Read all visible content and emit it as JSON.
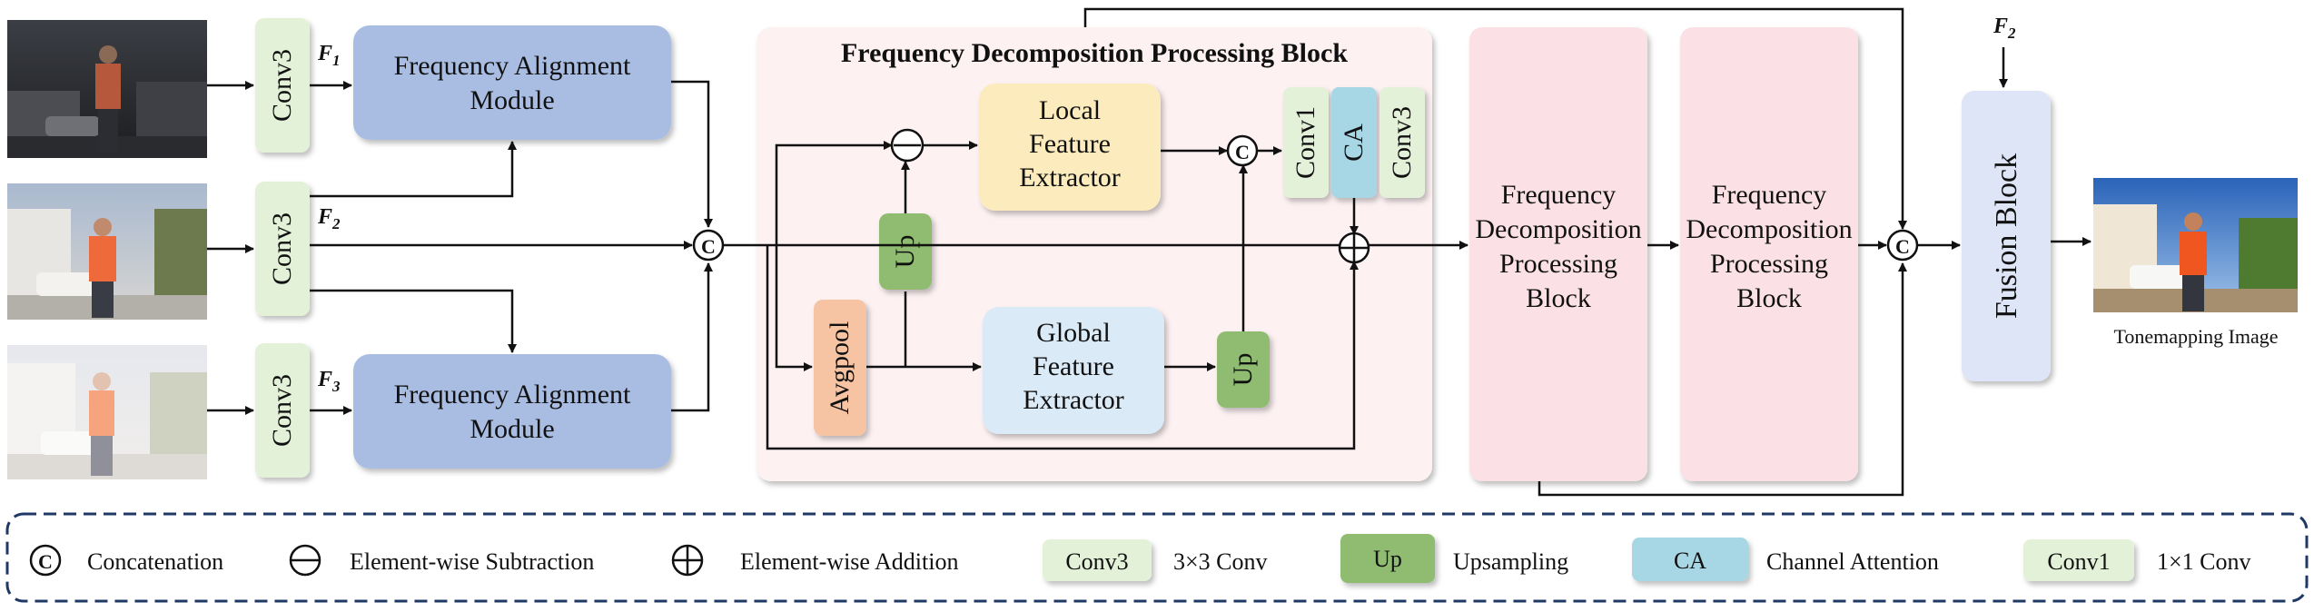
{
  "fdpb_title": "Frequency Decomposition Processing Block",
  "conv3": "Conv3",
  "conv1": "Conv1",
  "ca": "CA",
  "up": "Up",
  "avgpool": "Avgpool",
  "fam_line1": "Frequency Alignment",
  "fam_line2": "Module",
  "lfe_line1": "Local",
  "lfe_line2": "Feature",
  "lfe_line3": "Extractor",
  "gfe_line1": "Global",
  "gfe_line2": "Feature",
  "gfe_line3": "Extractor",
  "fdp_line1": "Frequency",
  "fdp_line2": "Decomposition",
  "fdp_line3": "Processing",
  "fdp_line4": "Block",
  "fusion": "Fusion Block",
  "f1": "F",
  "f1_sub": "1",
  "f2": "F",
  "f2_sub": "2",
  "f3": "F",
  "f3_sub": "3",
  "concat_symbol": "C",
  "output_caption": "Tonemapping Image",
  "legend": {
    "concat": "Concatenation",
    "sub": "Element-wise Subtraction",
    "add": "Element-wise Addition",
    "conv3_key": "Conv3",
    "conv3_desc": "3×3 Conv",
    "up_key": "Up",
    "up_desc": "Upsampling",
    "ca_key": "CA",
    "ca_desc": "Channel Attention",
    "conv1_key": "Conv1",
    "conv1_desc": "1×1 Conv"
  },
  "colors": {
    "fam": "#a9bde3",
    "conv": "#e3f1d8",
    "lfe": "#fcecbd",
    "gfe": "#dbeaf7",
    "up": "#8fbc6f",
    "avgpool": "#f6c4a3",
    "ca": "#a7d7e5",
    "fdpb_bg": "#fdf1f2",
    "fdp": "#fbe1e5",
    "fusion": "#dde5f6",
    "legend_border": "#1f3864"
  }
}
